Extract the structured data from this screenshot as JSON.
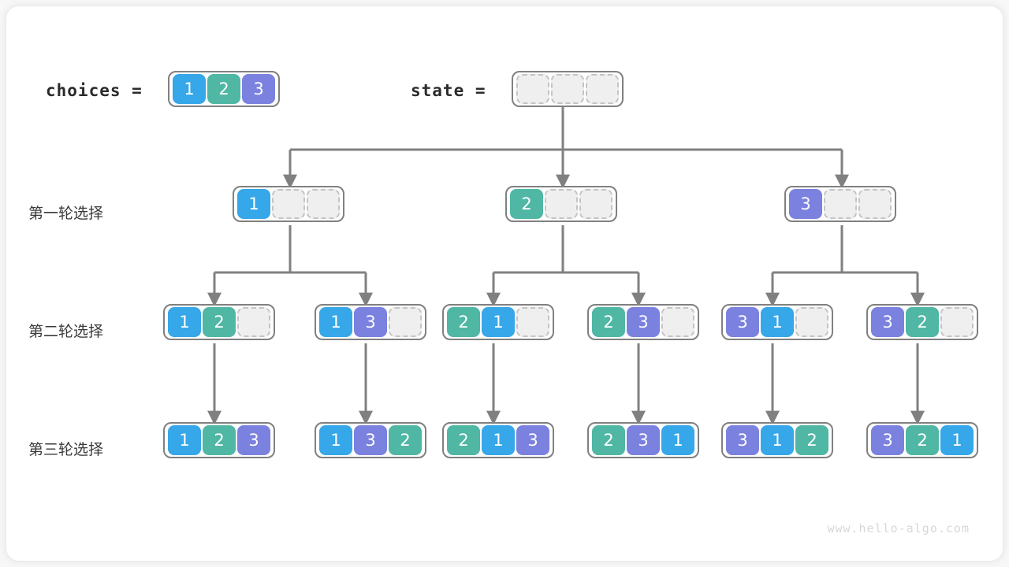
{
  "header": {
    "choices_label": "choices =",
    "state_label": "state ="
  },
  "colors": {
    "value_1": "#36a7e8",
    "value_2": "#4fb7a4",
    "value_3": "#7b81de",
    "empty_fill": "#efefef",
    "empty_border": "#c4c4c4",
    "node_border": "#808080",
    "edge": "#808080",
    "canvas": "#ffffff",
    "text": "#3a3a3a"
  },
  "legend": {
    "choices": {
      "cells": [
        "1",
        "2",
        "3"
      ]
    },
    "state": {
      "cells": [
        "",
        "",
        ""
      ]
    }
  },
  "rows": [
    {
      "label": "第一轮选择"
    },
    {
      "label": "第二轮选择"
    },
    {
      "label": "第三轮选择"
    }
  ],
  "tree": {
    "level1": [
      {
        "cells": [
          "1",
          "",
          ""
        ]
      },
      {
        "cells": [
          "2",
          "",
          ""
        ]
      },
      {
        "cells": [
          "3",
          "",
          ""
        ]
      }
    ],
    "level2": [
      {
        "cells": [
          "1",
          "2",
          ""
        ]
      },
      {
        "cells": [
          "1",
          "3",
          ""
        ]
      },
      {
        "cells": [
          "2",
          "1",
          ""
        ]
      },
      {
        "cells": [
          "2",
          "3",
          ""
        ]
      },
      {
        "cells": [
          "3",
          "1",
          ""
        ]
      },
      {
        "cells": [
          "3",
          "2",
          ""
        ]
      }
    ],
    "level3": [
      {
        "cells": [
          "1",
          "2",
          "3"
        ]
      },
      {
        "cells": [
          "1",
          "3",
          "2"
        ]
      },
      {
        "cells": [
          "2",
          "1",
          "3"
        ]
      },
      {
        "cells": [
          "2",
          "3",
          "1"
        ]
      },
      {
        "cells": [
          "3",
          "1",
          "2"
        ]
      },
      {
        "cells": [
          "3",
          "2",
          "1"
        ]
      }
    ]
  },
  "watermark": "www.hello-algo.com"
}
